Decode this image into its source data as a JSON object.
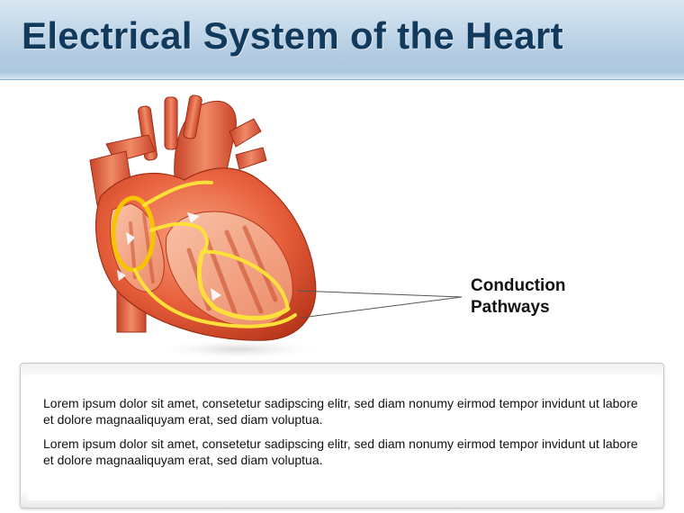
{
  "slide": {
    "title": "Electrical System of the Heart"
  },
  "diagram": {
    "callout_line1": "Conduction",
    "callout_line2": "Pathways"
  },
  "text_box": {
    "paragraphs": [
      "Lorem ipsum dolor sit amet, consetetur sadipscing elitr, sed diam nonumy eirmod tempor invidunt ut labore et dolore magnaaliquyam erat, sed diam voluptua.",
      "Lorem ipsum dolor sit amet, consetetur sadipscing elitr, sed diam nonumy eirmod tempor invidunt ut labore et dolore magnaaliquyam erat, sed diam voluptua."
    ]
  },
  "colors": {
    "title_text": "#123a5c",
    "title_bar": "#b7cfe4",
    "heart_muscle": "#e8603c",
    "heart_inner": "#f4a083",
    "conduction_path": "#ffe03a"
  }
}
